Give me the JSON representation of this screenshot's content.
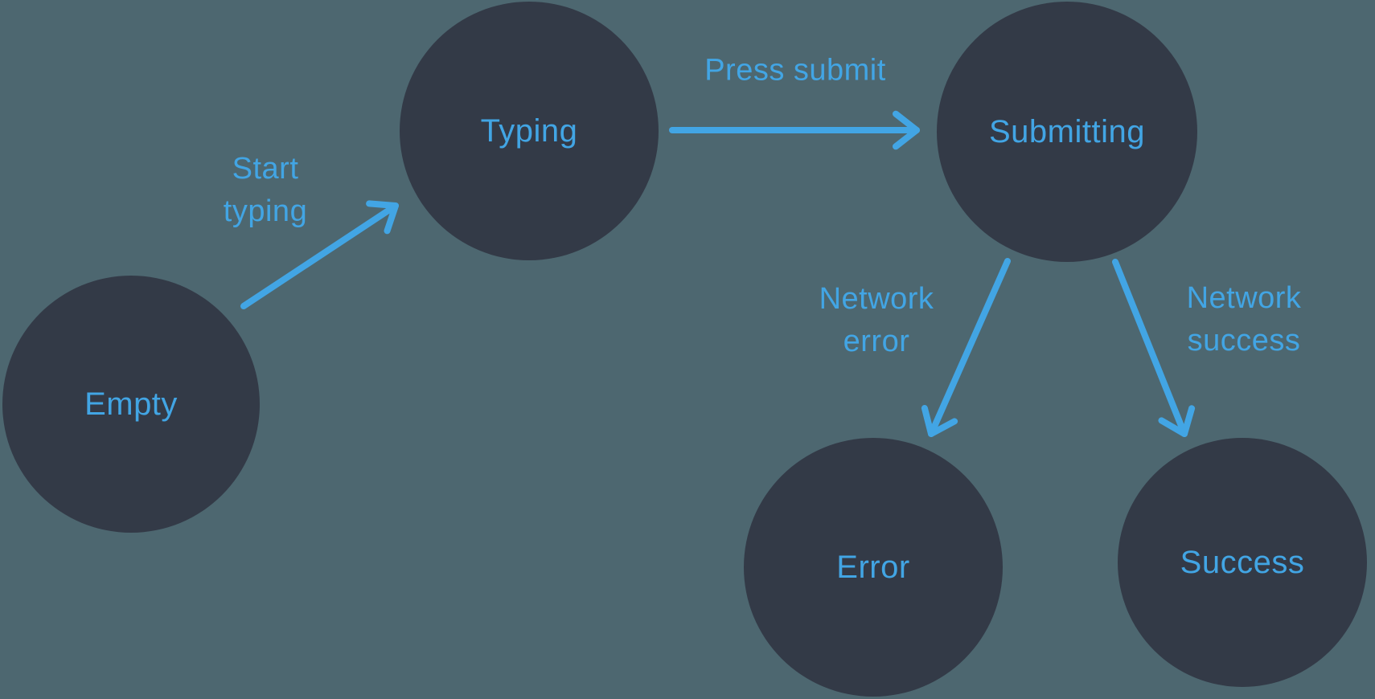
{
  "colors": {
    "background": "#4d6770",
    "state_fill": "#333a47",
    "accent_blue": "#42a5e4"
  },
  "states": [
    {
      "id": "empty",
      "label": "Empty"
    },
    {
      "id": "typing",
      "label": "Typing"
    },
    {
      "id": "submitting",
      "label": "Submitting"
    },
    {
      "id": "error",
      "label": "Error"
    },
    {
      "id": "success",
      "label": "Success"
    }
  ],
  "transitions": [
    {
      "id": "start-typing",
      "label": "Start\ntyping",
      "from": "empty",
      "to": "typing"
    },
    {
      "id": "press-submit",
      "label": "Press submit",
      "from": "typing",
      "to": "submitting"
    },
    {
      "id": "network-error",
      "label": "Network\nerror",
      "from": "submitting",
      "to": "error"
    },
    {
      "id": "network-success",
      "label": "Network\nsuccess",
      "from": "submitting",
      "to": "success"
    }
  ]
}
